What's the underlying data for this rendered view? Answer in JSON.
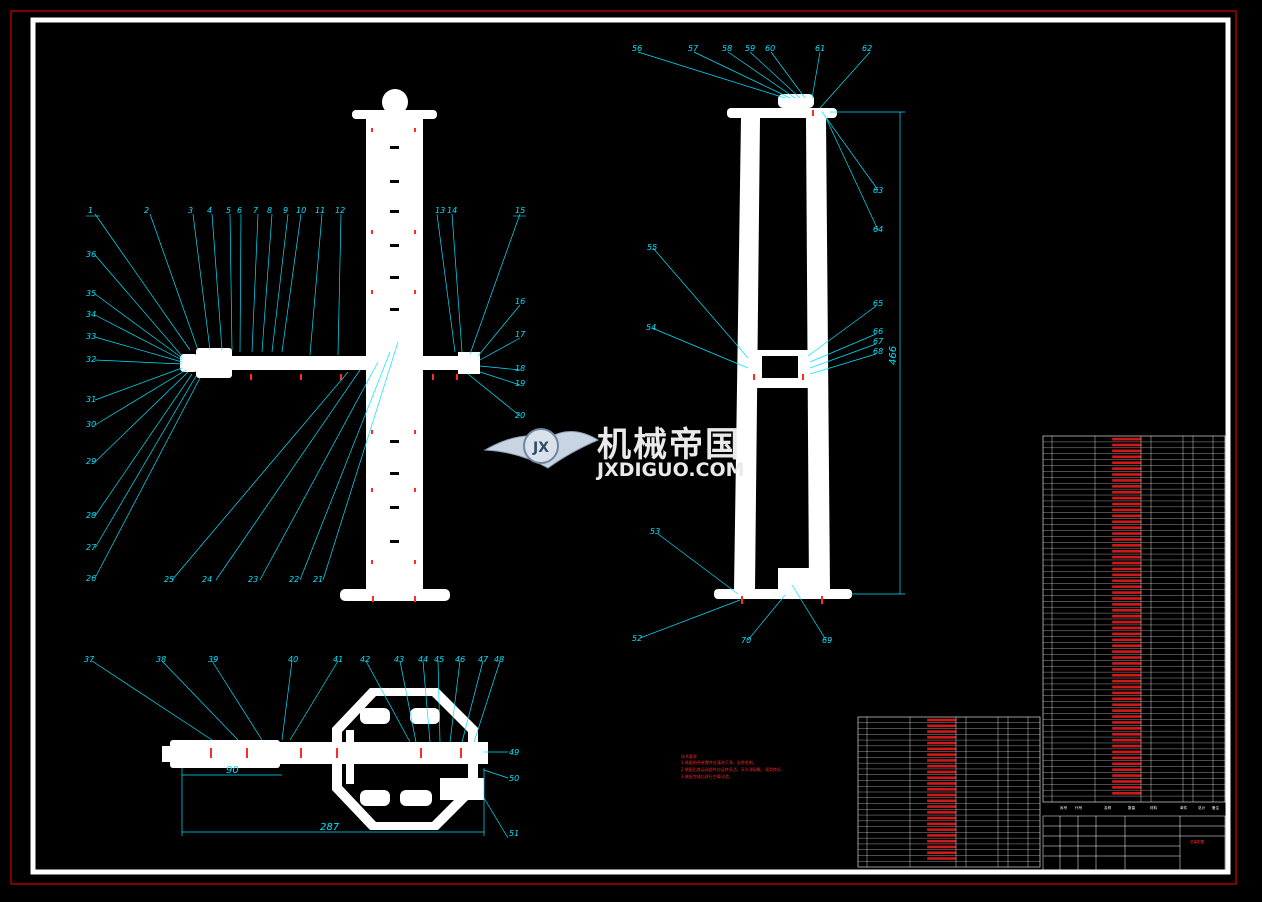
{
  "watermark": {
    "brand_cn": "机械帝国",
    "brand_url": "JXDIGUO.COM"
  },
  "front_view": {
    "labels_top": [
      "1",
      "2",
      "3",
      "4",
      "5",
      "6",
      "7",
      "8",
      "9",
      "10",
      "11",
      "12",
      "13",
      "14",
      "15"
    ],
    "labels_right": [
      "16",
      "17",
      "18",
      "19",
      "20"
    ],
    "labels_left": [
      "36",
      "35",
      "34",
      "33",
      "32",
      "31",
      "30",
      "29",
      "28",
      "27",
      "26"
    ],
    "labels_bottom": [
      "25",
      "24",
      "23",
      "22",
      "21"
    ]
  },
  "side_view": {
    "labels_top": [
      "56",
      "57",
      "58",
      "59",
      "60",
      "61",
      "62"
    ],
    "labels_right": [
      "63",
      "64",
      "65",
      "66",
      "67",
      "68"
    ],
    "labels_left": [
      "55",
      "54",
      "53",
      "52"
    ],
    "labels_bottom": [
      "70",
      "69"
    ],
    "height_dim": "466"
  },
  "top_view": {
    "labels_top": [
      "37",
      "38",
      "39",
      "40",
      "41",
      "42",
      "43",
      "44",
      "45",
      "46",
      "47",
      "48"
    ],
    "labels_right": [
      "49",
      "50",
      "51"
    ],
    "dim_small": "90",
    "dim_overall": "287"
  },
  "notes": {
    "heading": "技术要求",
    "lines": [
      "1.装配前所有零件应清洗干净，去除毛刺。",
      "2.装配后各运动部件应运转灵活，无卡滞现象，润滑良好。",
      "3.装配完成后进行空载试验。"
    ]
  },
  "bom_headers": [
    "序号",
    "代号",
    "名称",
    "数量",
    "材料",
    "单件",
    "总计",
    "备注"
  ],
  "title_block": {
    "label": "总装配图"
  },
  "colors": {
    "background": "#000000",
    "frame": "#ffffff",
    "leader": "#00e5ff",
    "annotation": "#ff2a2a",
    "outer_border": "#ff0000"
  }
}
